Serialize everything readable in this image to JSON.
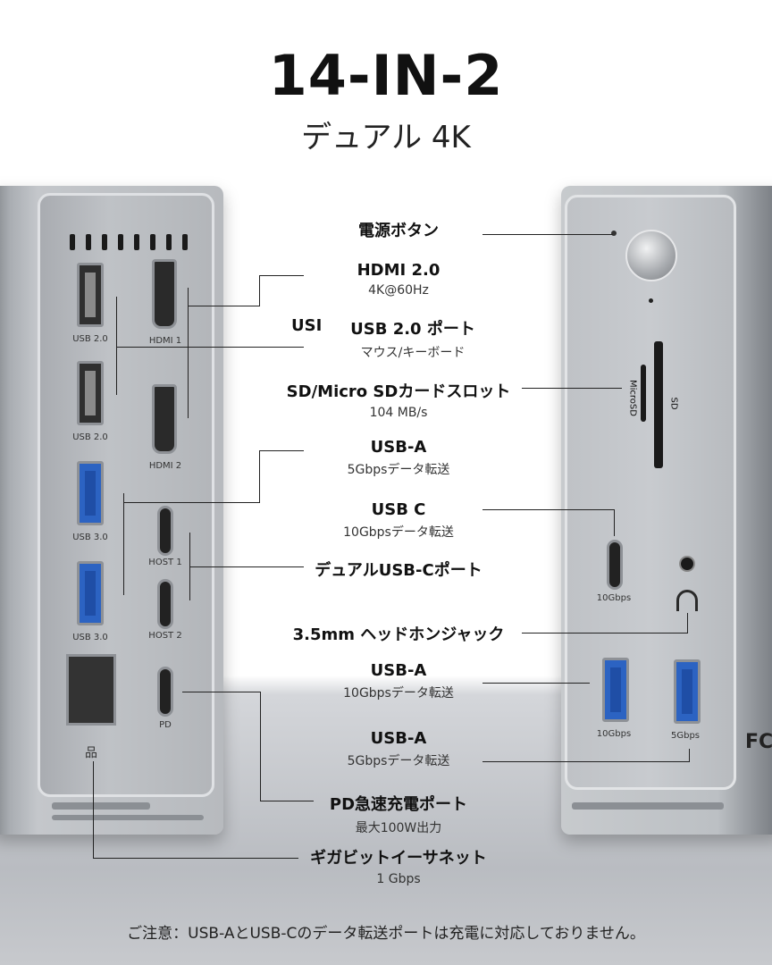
{
  "header": {
    "title": "14-IN-2",
    "subtitle": "デュアル 4K"
  },
  "left_device": {
    "usb2_a": "USB 2.0",
    "usb2_b": "USB 2.0",
    "hdmi1": "HDMI 1",
    "hdmi2": "HDMI 2",
    "usb3_a": "USB 3.0",
    "usb3_b": "USB 3.0",
    "host1": "HOST 1",
    "host2": "HOST 2",
    "pd": "PD",
    "ethernet_symbol": "品"
  },
  "right_device": {
    "microsd": "MicroSD",
    "sd": "SD",
    "usbc_speed": "10Gbps",
    "usba1_speed": "10Gbps",
    "usba2_speed": "5Gbps",
    "fc_mark": "FC"
  },
  "labels": [
    {
      "title": "電源ボタン",
      "sub": ""
    },
    {
      "title": "HDMI 2.0",
      "sub": "4K@60Hz"
    },
    {
      "title": "USB 2.0 ポート",
      "sub": "マウス/キーボード",
      "prefix": "USI"
    },
    {
      "title": "SD/Micro SDカードスロット",
      "sub": "104 MB/s"
    },
    {
      "title": "USB-A",
      "sub": "5Gbpsデータ転送"
    },
    {
      "title": "USB C",
      "sub": "10Gbpsデータ転送"
    },
    {
      "title": "デュアルUSB-Cポート",
      "sub": ""
    },
    {
      "title": "3.5mm ヘッドホンジャック",
      "sub": ""
    },
    {
      "title": "USB-A",
      "sub": "10Gbpsデータ転送"
    },
    {
      "title": "USB-A",
      "sub": "5Gbpsデータ転送"
    },
    {
      "title": "PD急速充電ポート",
      "sub": "最大100W出力"
    },
    {
      "title": "ギガビットイーサネット",
      "sub": "1 Gbps"
    }
  ],
  "footer": {
    "note": "ご注意：USB-AとUSB-Cのデータ転送ポートは充電に対応しておりません。"
  }
}
